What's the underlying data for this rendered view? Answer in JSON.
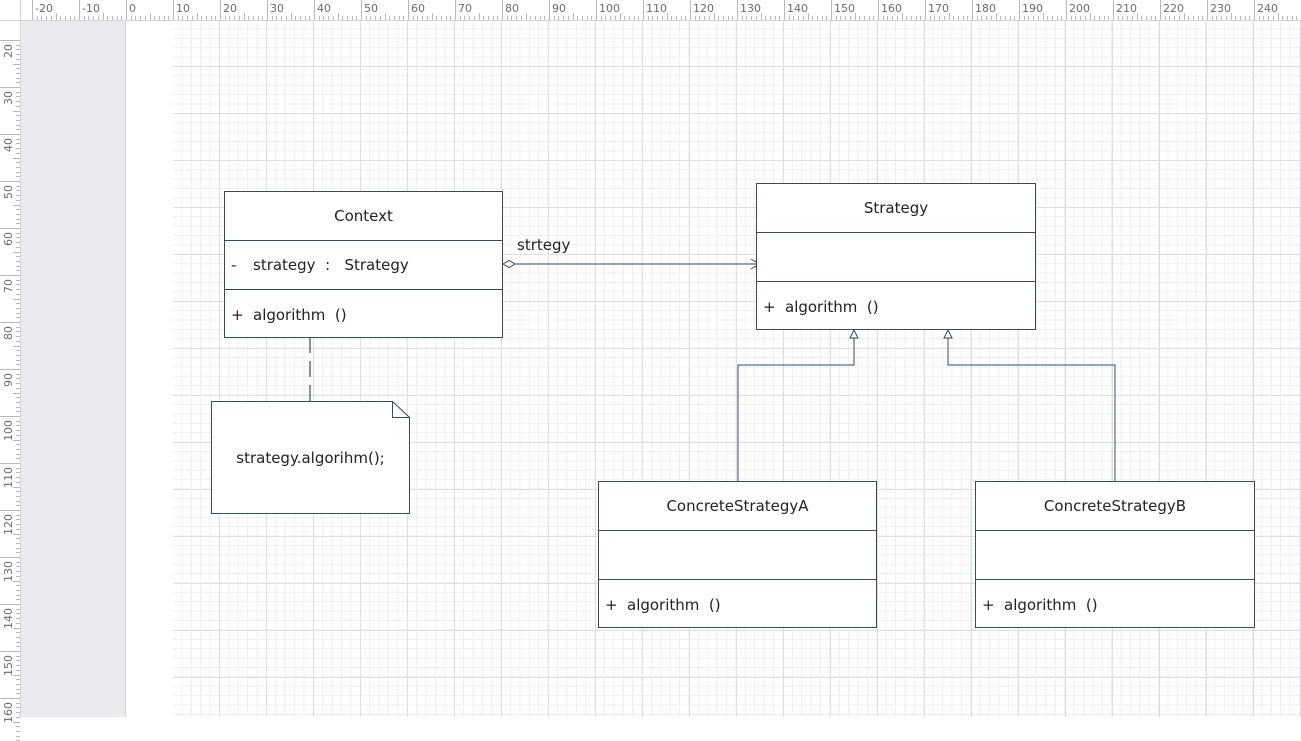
{
  "ruler": {
    "top_labels": [
      "-20",
      "-10",
      "0",
      "10",
      "20",
      "30",
      "40",
      "50",
      "60",
      "70",
      "80",
      "90",
      "100",
      "110",
      "120",
      "130",
      "140",
      "150",
      "160",
      "170",
      "180",
      "190",
      "200",
      "210",
      "220",
      "230",
      "240"
    ],
    "left_labels": [
      "20",
      "30",
      "40",
      "50",
      "60",
      "70",
      "80",
      "90",
      "100",
      "110",
      "120",
      "130",
      "140",
      "150",
      "160"
    ]
  },
  "diagram": {
    "context": {
      "name": "Context",
      "attribute_visibility": "-",
      "attribute": "strategy  :   Strategy",
      "operation_visibility": "+",
      "operation": "algorithm  ()"
    },
    "strategy": {
      "name": "Strategy",
      "operation_visibility": "+",
      "operation": "algorithm  ()"
    },
    "concrete_a": {
      "name": "ConcreteStrategyA",
      "operation_visibility": "+",
      "operation": "algorithm  ()"
    },
    "concrete_b": {
      "name": "ConcreteStrategyB",
      "operation_visibility": "+",
      "operation": "algorithm  ()"
    },
    "association_label": "strtegy",
    "note_text": "strategy.algorihm();"
  },
  "colors": {
    "line": "#3a4a5a",
    "grid_major": "#dedee3",
    "grid_minor": "#efeff2",
    "offpage": "#e9e9ee"
  }
}
